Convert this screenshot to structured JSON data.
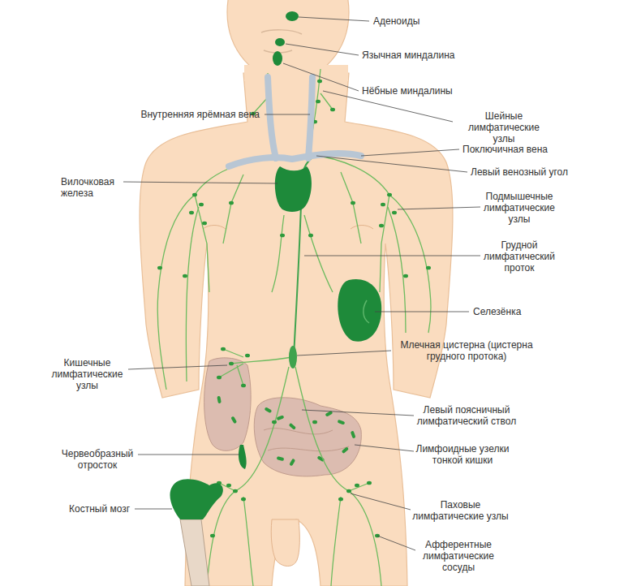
{
  "diagram": {
    "labels": [
      "Аденоиды",
      "Язычная миндалина",
      "Нёбные миндалины",
      "Внутренняя ярёмная вена",
      "Шейные лимфатические узлы",
      "Поключичная вена",
      "Вилочковая железа",
      "Левый венозный угол",
      "Подмышечные лимфатические узлы",
      "Грудной лимфатический проток",
      "Селезёнка",
      "Млечная цистерна (цистерна грудного протока)",
      "Кишечные лимфатические узлы",
      "Левый поясничный лимфатический ствол",
      "Червеобразный отросток",
      "Лимфоидные узелки тонкой кишки",
      "Костный мозг",
      "Паховые лимфатические узлы",
      "Афферентные лимфатические сосуды"
    ]
  }
}
